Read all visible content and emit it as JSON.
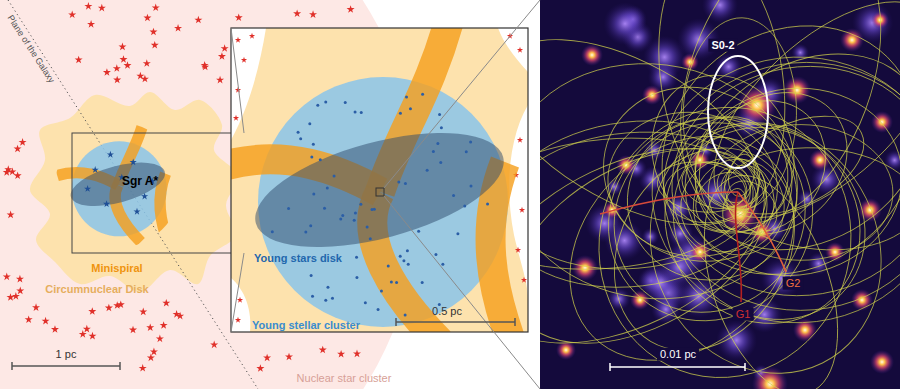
{
  "diagram": {
    "labels": [
      "Plane of the Galaxy",
      "Sgr A*",
      "Minispiral",
      "Circumnuclear Disk",
      "1 pc",
      "Nuclear star cluster",
      "Young stars disk",
      "Young stellar cluster",
      "0.5 pc",
      "S0-2",
      "G2",
      "G1",
      "0.01 pc"
    ]
  }
}
